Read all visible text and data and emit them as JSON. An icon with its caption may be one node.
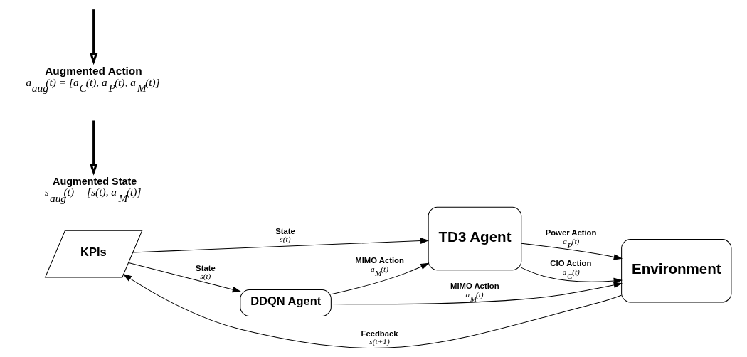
{
  "diagram": {
    "nodes": [
      {
        "text": [
          "KPIs"
        ]
      },
      {
        "text": [
          "DDQN Agent"
        ]
      },
      {
        "text": [
          "TD3 Agent"
        ]
      },
      {
        "text": [
          "Environment"
        ]
      },
      {
        "text": [
          "Augmented State",
          "s$_{aug}$(t) = [s(t), a$_{M}$(t)]"
        ]
      },
      {
        "text": [
          "Augmented Action",
          "a$_{aug}$(t) = [a$_{C}$(t), a$_{P}$(t), a$_{M}$(t)]"
        ]
      }
    ],
    "edges": [
      {
        "from": 0,
        "to": 1,
        "arrow": "to",
        "label": "State s(t)"
      },
      {
        "from": 1,
        "to": 2,
        "arrow": "to",
        "label": "MIMO Action a$_{M}$(t)"
      },
      {
        "from": 1,
        "to": 3,
        "arrow": "to",
        "label": "MIMO Action a$_{M}$(t)"
      },
      {
        "from": 0,
        "to": 2,
        "arrow": "to",
        "label": "State s(t)"
      },
      {
        "from": 2,
        "to": 3,
        "arrow": "to",
        "label": "Power Action a$_{P}$(t)"
      },
      {
        "from": 2,
        "to": 3,
        "arrow": "to",
        "label": "CIO Action a$_{C}$(t)"
      },
      {
        "from": 3,
        "to": 0,
        "arrow": "to",
        "label": "Feedback s(t+1)"
      },
      {
        "from": null,
        "to": 4,
        "arrow": "to",
        "style": "thick"
      },
      {
        "from": null,
        "to": 5,
        "arrow": "to",
        "style": "thick"
      }
    ]
  }
}
